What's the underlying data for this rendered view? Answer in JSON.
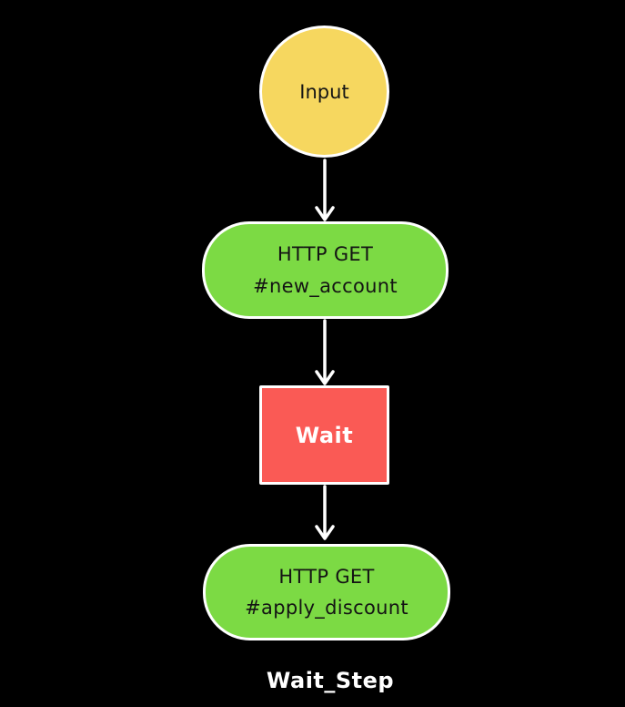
{
  "diagram": {
    "caption": "Wait_Step",
    "background_color": "#000000",
    "stroke_color": "#ffffff",
    "nodes": {
      "input": {
        "label": "Input",
        "shape": "circle",
        "fill": "#F6D75F",
        "text_color": "#141414"
      },
      "http_get_new_account": {
        "line1": "HTTP GET",
        "line2": "#new_account",
        "shape": "rounded-rect",
        "fill": "#7CDA44",
        "text_color": "#141414"
      },
      "wait": {
        "label": "Wait",
        "shape": "rect",
        "fill": "#FA5A55",
        "text_color": "#ffffff"
      },
      "http_get_apply_discount": {
        "line1": "HTTP GET",
        "line2": "#apply_discount",
        "shape": "rounded-rect",
        "fill": "#7CDA44",
        "text_color": "#141414"
      }
    },
    "connectors": [
      {
        "from": "input",
        "to": "http_get_new_account"
      },
      {
        "from": "http_get_new_account",
        "to": "wait"
      },
      {
        "from": "wait",
        "to": "http_get_apply_discount"
      }
    ]
  }
}
